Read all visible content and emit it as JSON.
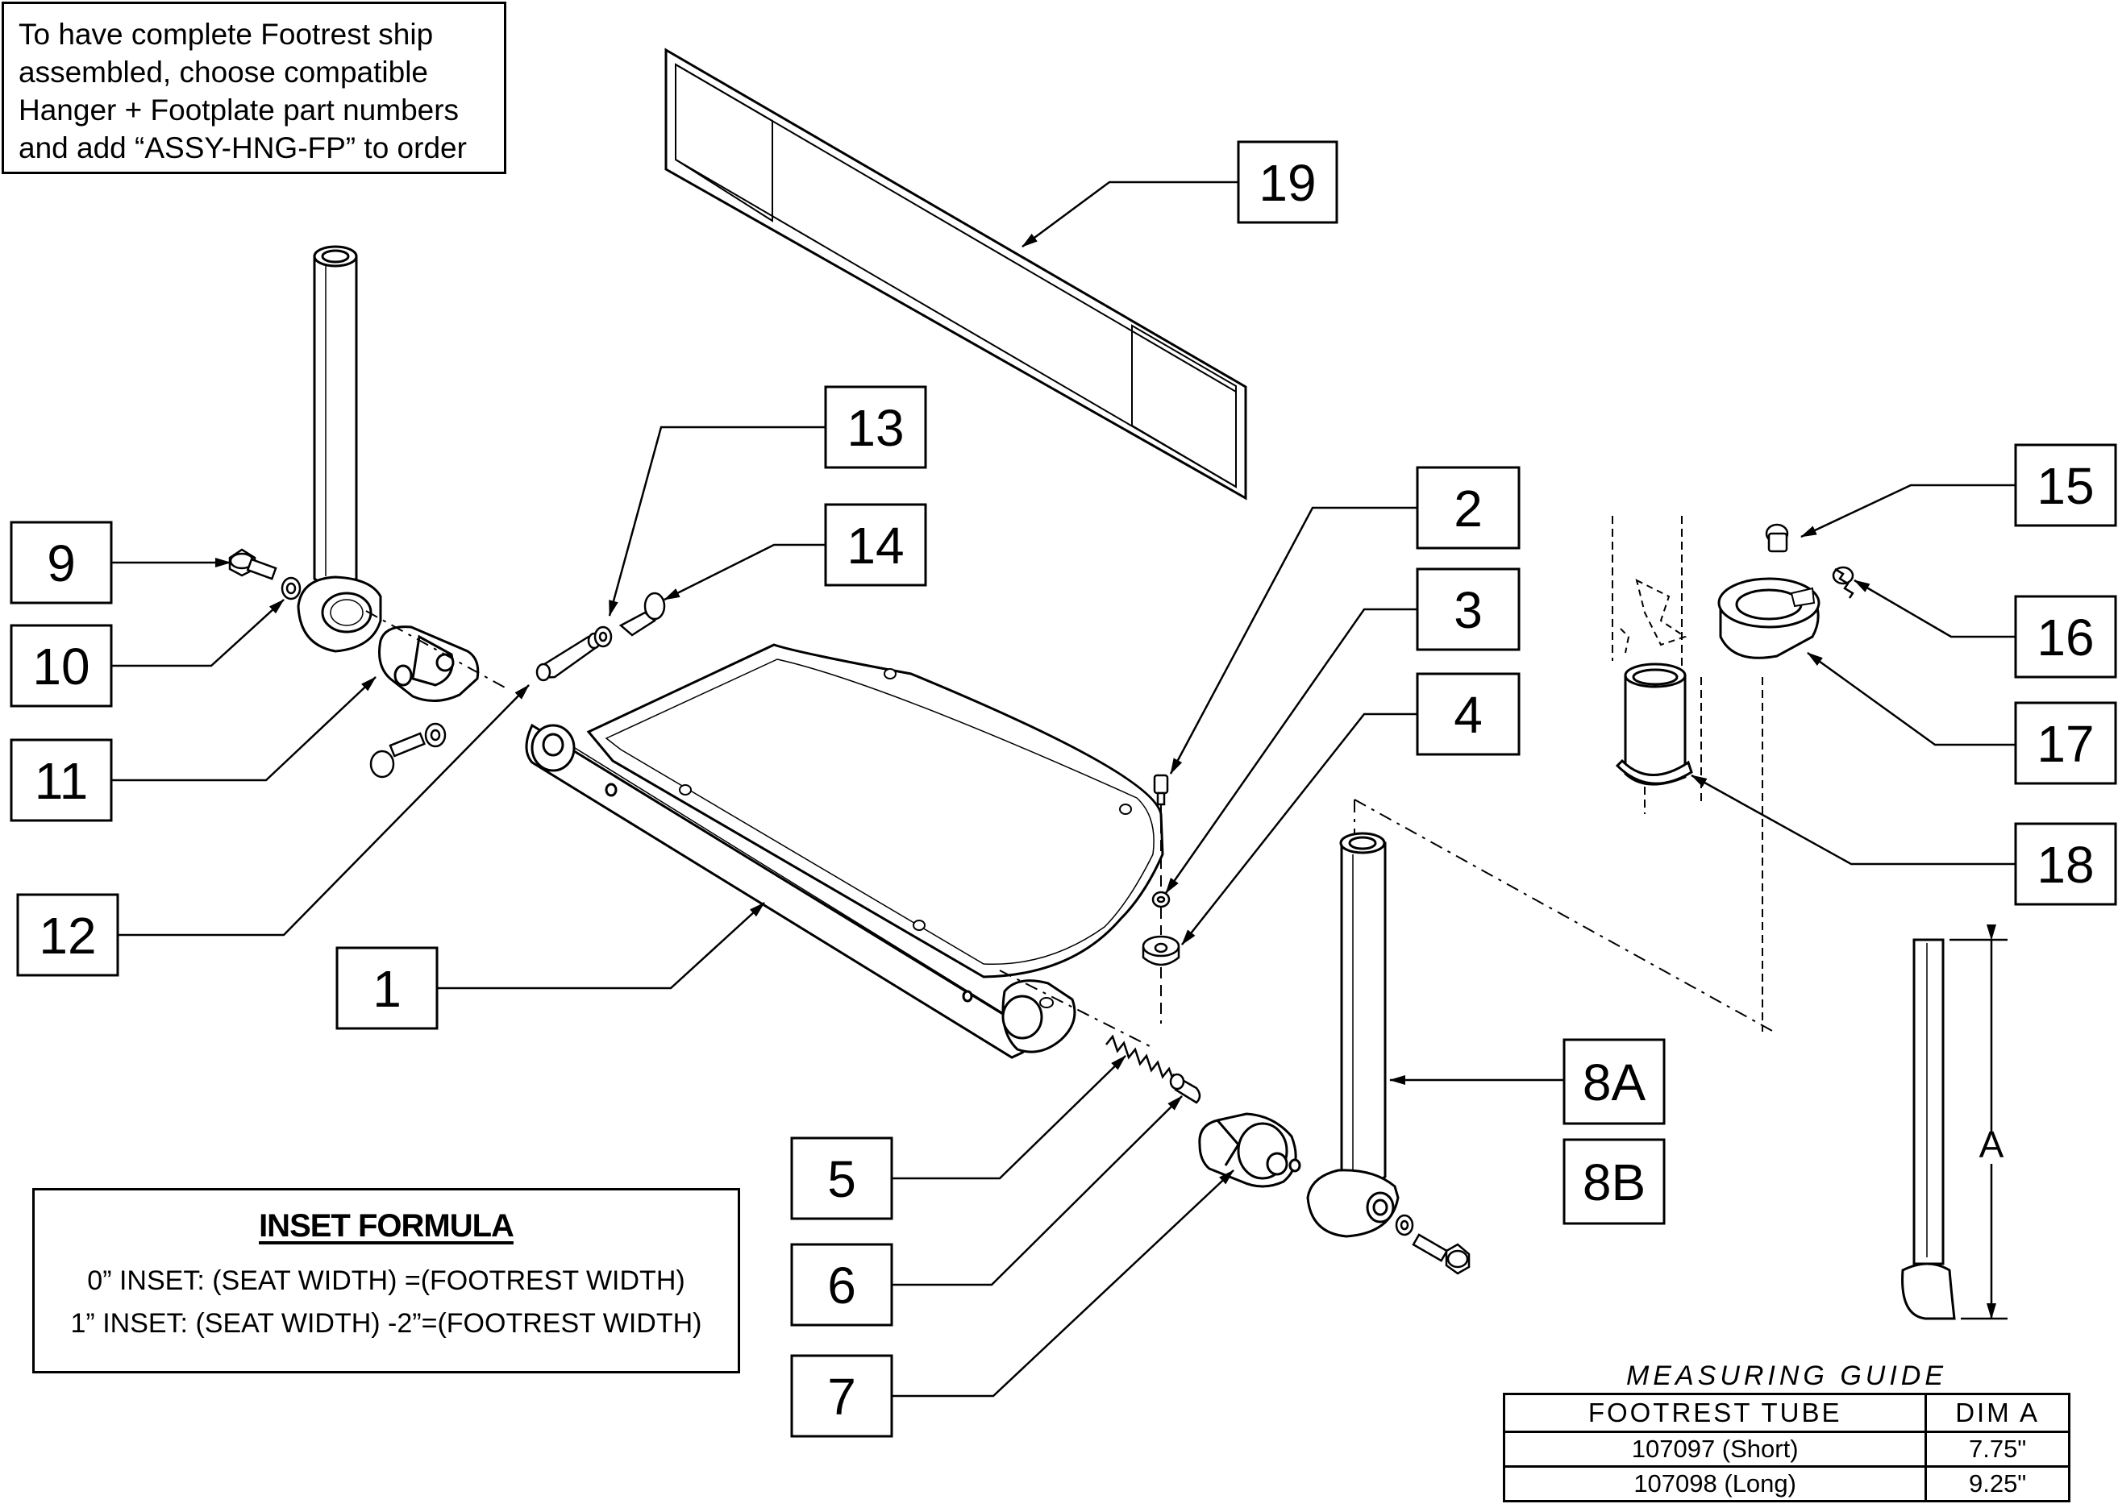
{
  "note": {
    "lines": [
      "To have complete Footrest ship",
      "assembled, choose compatible",
      "Hanger + Footplate part numbers",
      "and add “ASSY-HNG-FP” to order"
    ]
  },
  "callouts": {
    "c1": "1",
    "c2": "2",
    "c3": "3",
    "c4": "4",
    "c5": "5",
    "c6": "6",
    "c7": "7",
    "c8a": "8A",
    "c8b": "8B",
    "c9": "9",
    "c10": "10",
    "c11": "11",
    "c12": "12",
    "c13": "13",
    "c14": "14",
    "c15": "15",
    "c16": "16",
    "c17": "17",
    "c18": "18",
    "c19": "19"
  },
  "dimension_label": "A",
  "inset_formula": {
    "title": "INSET FORMULA",
    "line1": "0” INSET: (SEAT WIDTH) =(FOOTREST WIDTH)",
    "line2": "1” INSET: (SEAT WIDTH) -2”=(FOOTREST WIDTH)"
  },
  "measuring_guide": {
    "title": "MEASURING GUIDE",
    "headers": [
      "FOOTREST TUBE",
      "DIM A"
    ],
    "rows": [
      [
        "107097 (Short)",
        "7.75\""
      ],
      [
        "107098 (Long)",
        "9.25\""
      ]
    ]
  }
}
